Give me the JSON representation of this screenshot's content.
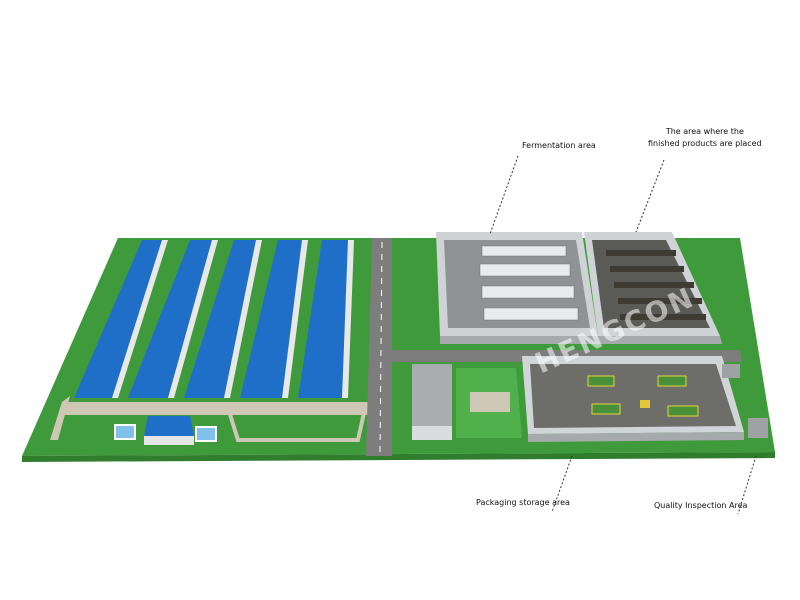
{
  "brand": {
    "watermark": "HENGCON"
  },
  "labels": {
    "fermentation": "Fermentation area",
    "finished_line1": "The area where the",
    "finished_line2": "finished products are placed",
    "packaging": "Packaging storage area",
    "quality": "Quality Inspection Area"
  },
  "colors": {
    "grass": "#3f9a3c",
    "roof_blue": "#1f6fc9",
    "building_gray": "#bfc3c6",
    "floor_dark": "#6d6d6a",
    "road": "#8a8a8a",
    "paving": "#cfc7b5"
  }
}
